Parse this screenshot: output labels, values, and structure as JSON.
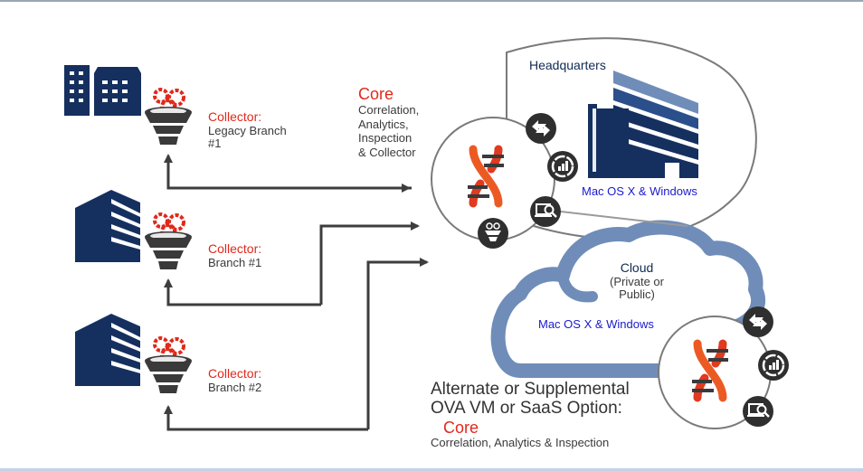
{
  "colors": {
    "navy": "#15305f",
    "accent_red": "#e0291b",
    "dna_orange": "#ec5a24",
    "icon_dark": "#2f2f2f",
    "cloud_blue": "#6f8db8",
    "text_blue": "#1a1acc"
  },
  "collectors": [
    {
      "title": "Collector:",
      "lines": [
        "Legacy Branch",
        "#1"
      ],
      "icon": "funnel-collector-icon",
      "building": "twin-office-buildings-icon"
    },
    {
      "title": "Collector:",
      "lines": [
        "Branch #1"
      ],
      "icon": "funnel-collector-icon",
      "building": "striped-building-icon"
    },
    {
      "title": "Collector:",
      "lines": [
        "Branch #2"
      ],
      "icon": "funnel-collector-icon",
      "building": "striped-building-icon"
    }
  ],
  "core": {
    "title": "Core",
    "lines": [
      "Correlation,",
      "Analytics,",
      "Inspection",
      "& Collector"
    ]
  },
  "headquarters": {
    "title": "Headquarters",
    "os": "Mac OS X & Windows"
  },
  "cloud": {
    "title": "Cloud",
    "lines": [
      "(Private or",
      "Public)"
    ],
    "os": "Mac OS X & Windows"
  },
  "alternate": {
    "lines": [
      "Alternate or Supplemental",
      "OVA VM or SaaS Option:"
    ],
    "core_title": "Core",
    "core_sub": "Correlation, Analytics & Inspection"
  },
  "core_satellite_icons": [
    "exchange-arrows-icon",
    "analytics-chart-icon",
    "laptop-inspection-icon",
    "funnel-collector-icon"
  ]
}
